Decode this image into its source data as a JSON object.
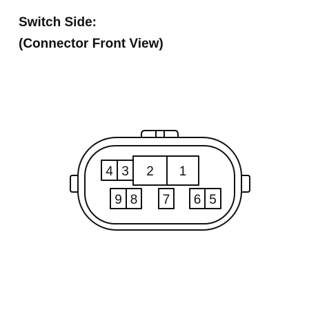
{
  "heading": {
    "line1": "Switch Side:",
    "line2": "(Connector Front View)"
  },
  "connector": {
    "pins": {
      "p1": "1",
      "p2": "2",
      "p3": "3",
      "p4": "4",
      "p5": "5",
      "p6": "6",
      "p7": "7",
      "p8": "8",
      "p9": "9"
    }
  }
}
